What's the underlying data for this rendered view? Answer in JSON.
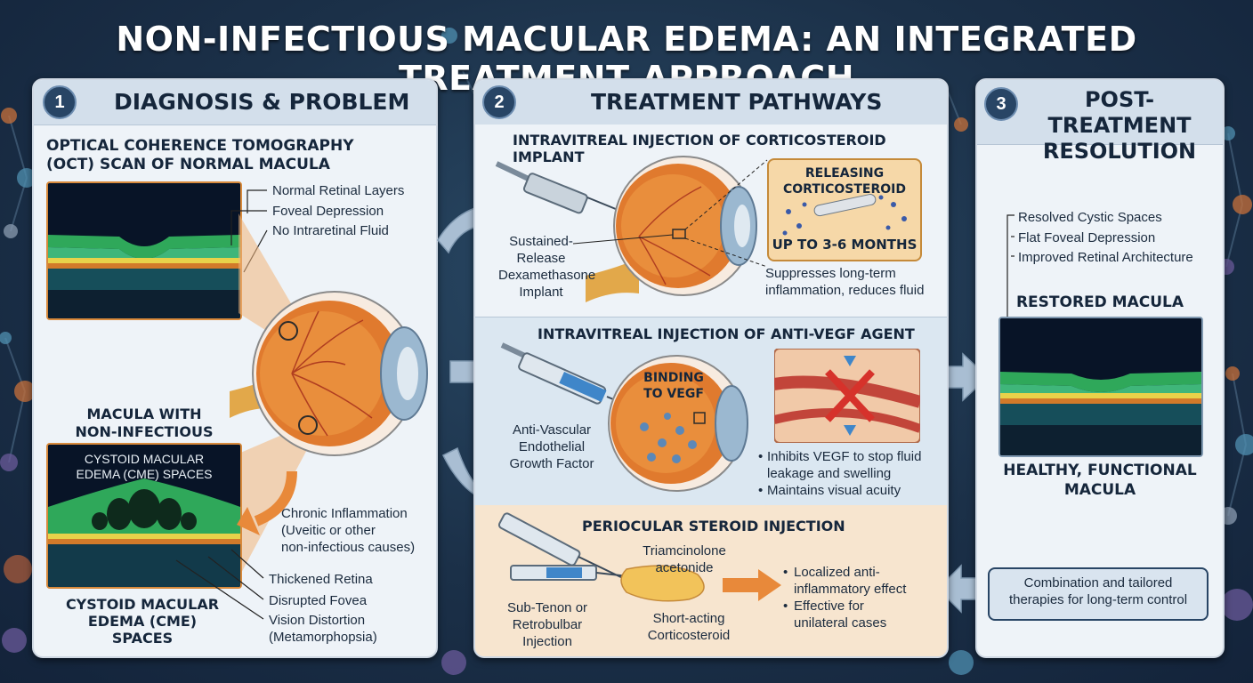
{
  "title": "NON-INFECTIOUS MACULAR EDEMA: AN INTEGRATED TREATMENT APPROACH",
  "colors": {
    "background": "#1b3048",
    "panel": "#eef3f8",
    "header": "#d3dfeb",
    "accent_orange": "#e8893a",
    "badge": "#284565",
    "arrow": "#a9bed3"
  },
  "panel1": {
    "number": "1",
    "heading": "DIAGNOSIS & PROBLEM",
    "oct_title_line1": "OPTICAL COHERENCE TOMOGRAPHY",
    "oct_title_line2": "(OCT) SCAN OF NORMAL MACULA",
    "normal_labels": [
      "Normal Retinal Layers",
      "Foveal Depression",
      "No Intraretinal Fluid"
    ],
    "edema_title_line1": "MACULA WITH",
    "edema_title_line2": "NON-INFECTIOUS EDEMA",
    "cme_overlay_line1": "CYSTOID MACULAR",
    "cme_overlay_line2": "EDEMA (CME) SPACES",
    "inflammation_line1": "Chronic Inflammation",
    "inflammation_line2": "(Uveitic or other",
    "inflammation_line3": "non-infectious causes)",
    "edema_labels": [
      "Thickened Retina",
      "Disrupted Fovea",
      "Vision Distortion"
    ],
    "edema_label_sub": "(Metamorphopsia)",
    "cme_caption_line1": "CYSTOID MACULAR",
    "cme_caption_line2": "EDEMA (CME)",
    "cme_caption_line3": "SPACES"
  },
  "panel2": {
    "number": "2",
    "heading": "TREATMENT PATHWAYS",
    "implant": {
      "title": "INTRAVITREAL INJECTION OF CORTICOSTEROID IMPLANT",
      "label_lines": [
        "Sustained-",
        "Release",
        "Dexamethasone",
        "Implant"
      ],
      "box_line1": "RELEASING",
      "box_line2": "CORTICOSTEROID",
      "box_duration": "UP TO 3-6 MONTHS",
      "note_line1": "Suppresses long-term",
      "note_line2": "inflammation, reduces fluid"
    },
    "antivegf": {
      "title": "INTRAVITREAL INJECTION OF ANTI-VEGF AGENT",
      "binding_line1": "BINDING",
      "binding_line2": "TO VEGF",
      "label_lines": [
        "Anti-Vascular",
        "Endothelial",
        "Growth Factor"
      ],
      "bullet1_line1": "Inhibits VEGF to stop fluid",
      "bullet1_line2": "leakage and swelling",
      "bullet2": "Maintains visual acuity"
    },
    "periocular": {
      "title": "PERIOCULAR STEROID INJECTION",
      "drug_line1": "Triamcinolone",
      "drug_line2": "acetonide",
      "route_lines": [
        "Sub-Tenon or",
        "Retrobulbar",
        "Injection"
      ],
      "type_line1": "Short-acting",
      "type_line2": "Corticosteroid",
      "bullet1_line1": "Localized anti-",
      "bullet1_line2": "inflammatory effect",
      "bullet2_line1": "Effective for",
      "bullet2_line2": "unilateral cases"
    }
  },
  "panel3": {
    "number": "3",
    "heading_line1": "POST-TREATMENT",
    "heading_line2": "RESOLUTION",
    "labels": [
      "Resolved Cystic Spaces",
      "Flat Foveal Depression",
      "Improved Retinal Architecture"
    ],
    "restored_title": "RESTORED MACULA",
    "healthy_line1": "HEALTHY, FUNCTIONAL",
    "healthy_line2": "MACULA",
    "combo_line1": "Combination and tailored",
    "combo_line2": "therapies for long-term control"
  }
}
